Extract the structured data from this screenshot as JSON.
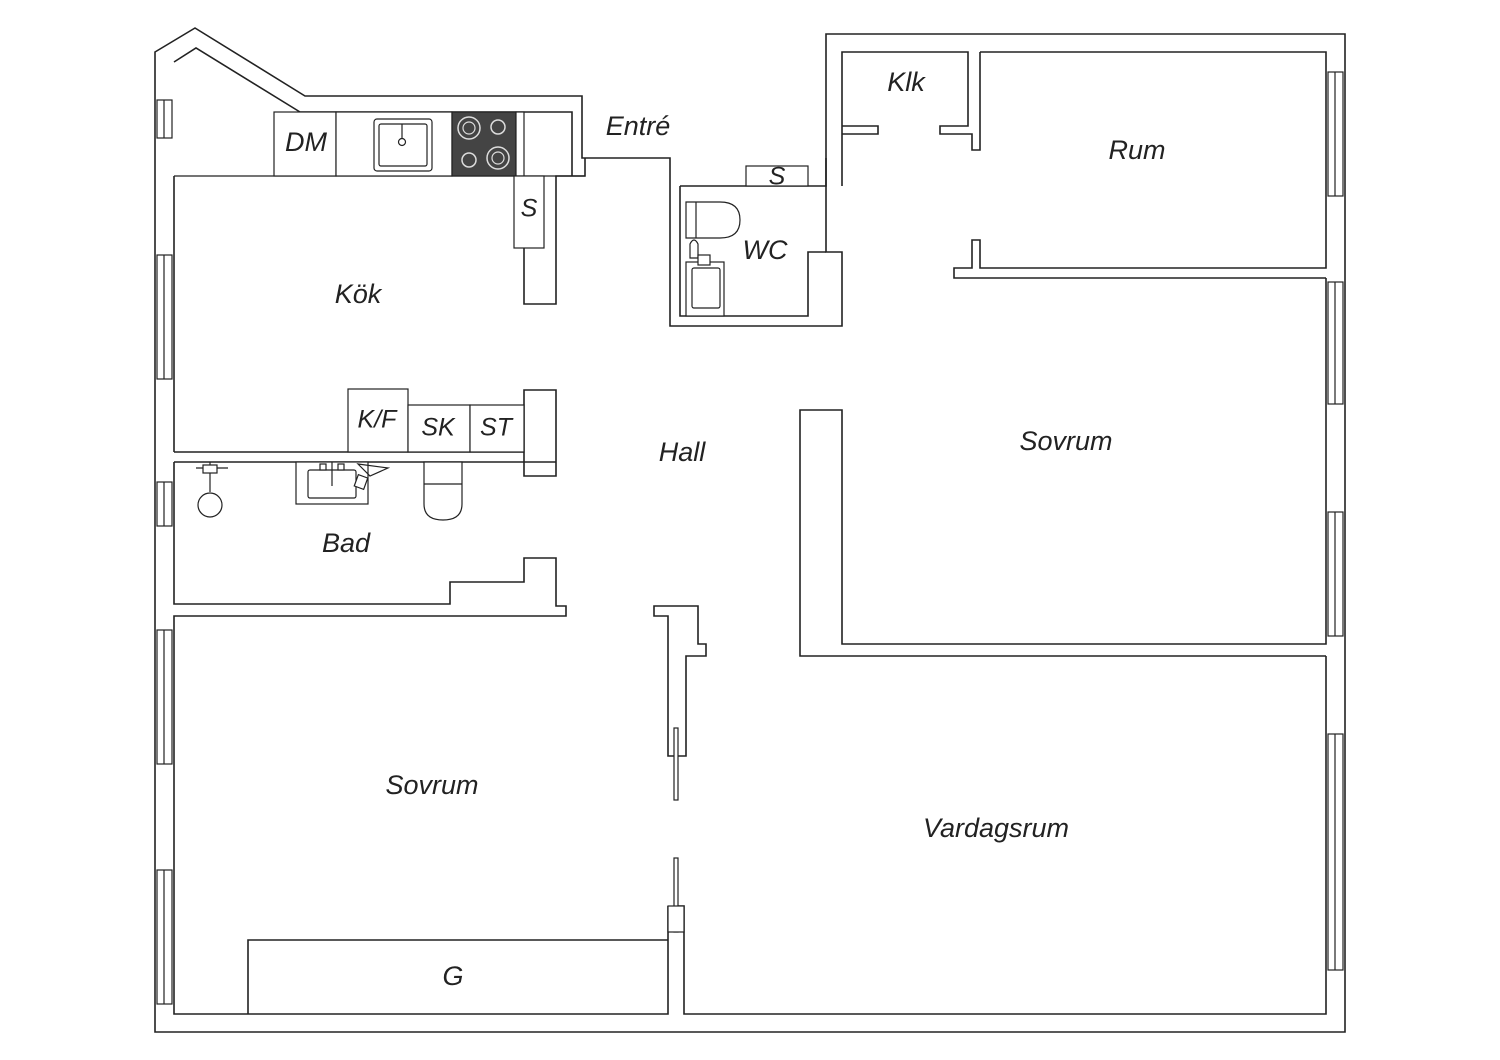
{
  "rooms": {
    "entre": "Entré",
    "klk": "Klk",
    "rum": "Rum",
    "dm": "DM",
    "s_kitchen": "S",
    "s_wc": "S",
    "wc": "WC",
    "kok": "Kök",
    "kf": "K/F",
    "sk": "SK",
    "st": "ST",
    "hall": "Hall",
    "sovrum_right": "Sovrum",
    "bad": "Bad",
    "sovrum_left": "Sovrum",
    "vardagsrum": "Vardagsrum",
    "g": "G"
  },
  "icons": [
    "stove-icon",
    "kitchen-sink-icon",
    "toilet-icon",
    "washbasin-icon",
    "shower-icon"
  ],
  "colors": {
    "line": "#222222",
    "stove": "#444444",
    "background": "#ffffff"
  }
}
